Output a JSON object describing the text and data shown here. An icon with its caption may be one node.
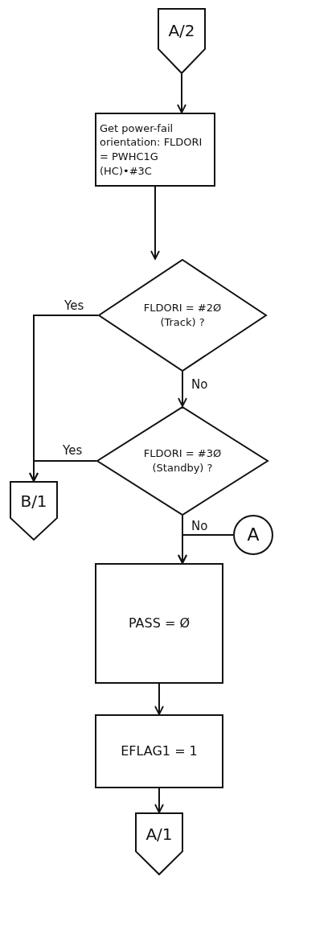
{
  "diagram": {
    "nodes": [
      {
        "text": [
          "A/2"
        ]
      },
      {
        "text": [
          "Get power-fail orientation: FLDORI = PWHC1G (HC)•#3C"
        ]
      },
      {
        "text": [
          "FLDORI = #2Ø (Track) ?"
        ]
      },
      {
        "text": [
          "FLDORI = #3Ø (Standby) ?"
        ]
      },
      {
        "text": [
          "B/1"
        ]
      },
      {
        "text": [
          "A"
        ]
      },
      {
        "text": [
          "PASS = Ø"
        ]
      },
      {
        "text": [
          "EFLAG1 = 1"
        ]
      },
      {
        "text": [
          "A/1"
        ]
      }
    ],
    "edges": [
      {
        "from": 0,
        "to": 1,
        "arrow": "to"
      },
      {
        "from": 1,
        "to": 2,
        "arrow": "to"
      },
      {
        "from": 2,
        "to": 4,
        "arrow": "to",
        "label": "Yes"
      },
      {
        "from": 2,
        "to": 3,
        "arrow": "to",
        "label": "No"
      },
      {
        "from": 3,
        "to": 4,
        "arrow": "to",
        "label": "Yes"
      },
      {
        "from": 3,
        "to": 6,
        "arrow": "to",
        "label": "No"
      },
      {
        "from": 5,
        "to": 6,
        "arrow": "to"
      },
      {
        "from": 6,
        "to": 7,
        "arrow": "to"
      },
      {
        "from": 7,
        "to": 8,
        "arrow": "to"
      }
    ]
  }
}
